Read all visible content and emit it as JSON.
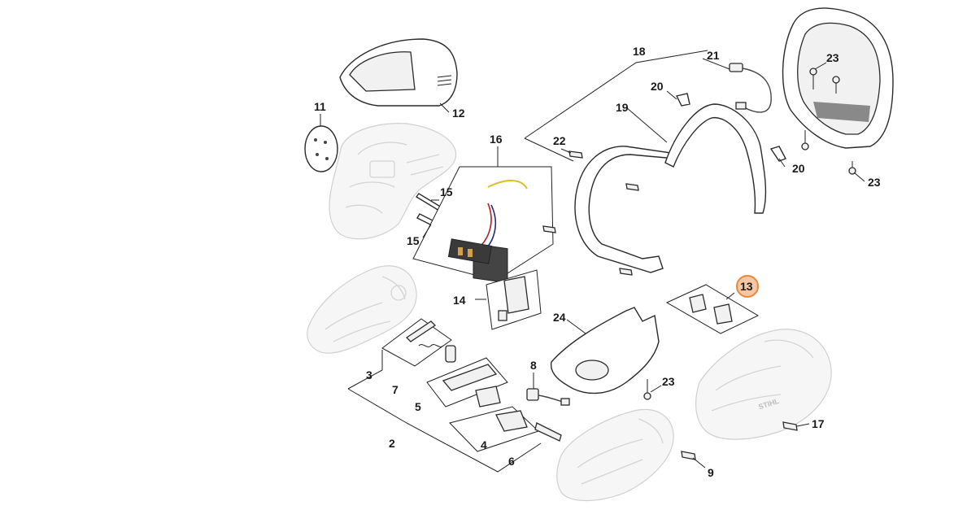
{
  "diagram": {
    "callouts": {
      "c2": "2",
      "c3": "3",
      "c4": "4",
      "c5": "5",
      "c6": "6",
      "c7": "7",
      "c8": "8",
      "c9": "9",
      "c11": "11",
      "c12": "12",
      "c13": "13",
      "c14": "14",
      "c15a": "15",
      "c15b": "15",
      "c16": "16",
      "c17": "17",
      "c18": "18",
      "c19": "19",
      "c20a": "20",
      "c20b": "20",
      "c21": "21",
      "c22": "22",
      "c23a": "23",
      "c23b": "23",
      "c23c": "23",
      "c24": "24"
    },
    "highlight": {
      "part": "13",
      "color": "#f6c7a2",
      "border": "#e58b3c"
    },
    "brand_mark": "STIHL"
  }
}
